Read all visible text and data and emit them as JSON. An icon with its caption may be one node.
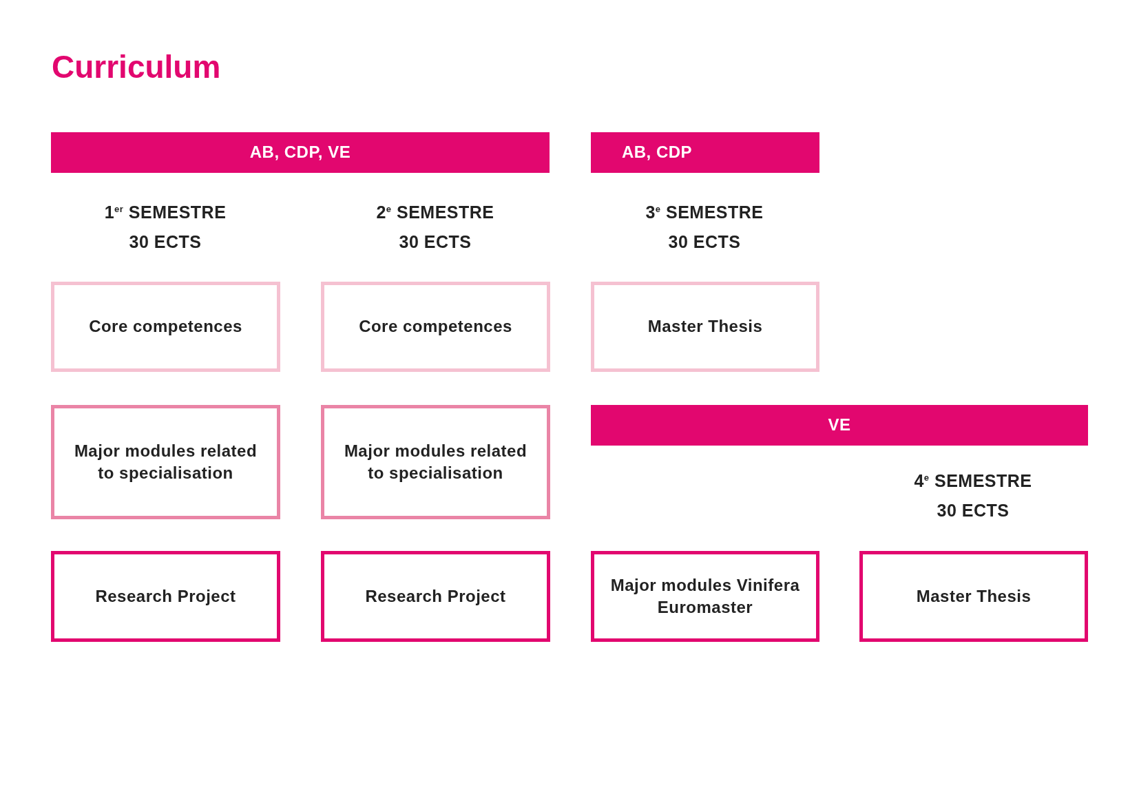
{
  "diagram": {
    "title": "Curriculum",
    "nodes": [
      {
        "text": [
          "AB, CDP, VE"
        ]
      },
      {
        "text": [
          "AB, CDP"
        ]
      },
      {
        "text": [
          "Core competences"
        ]
      },
      {
        "text": [
          "Core competences"
        ]
      },
      {
        "text": [
          "Master Thesis"
        ]
      },
      {
        "text": [
          "Major modules related to specialisation"
        ]
      },
      {
        "text": [
          "Major modules related to specialisation"
        ]
      },
      {
        "text": [
          "VE"
        ]
      },
      {
        "text": [
          "Research Project"
        ]
      },
      {
        "text": [
          "Research Project"
        ]
      },
      {
        "text": [
          "Major modules Vinifera Euromaster"
        ]
      },
      {
        "text": [
          "Master Thesis"
        ]
      }
    ],
    "labels": [
      "1$^{er}$ SEMESTRE",
      "2$^{e}$ SEMESTRE",
      "3$^{e}$ SEMESTRE",
      "30 ECTS",
      "30 ECTS",
      "30 ECTS",
      "4$^{e}$ SEMESTRE",
      "30 ECTS"
    ]
  }
}
